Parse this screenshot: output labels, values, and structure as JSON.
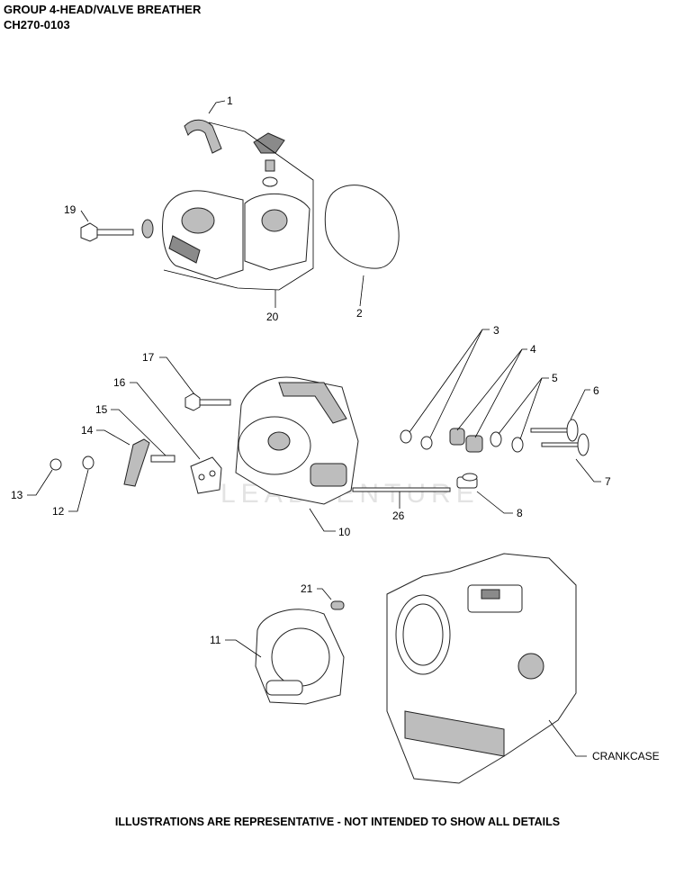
{
  "header": {
    "title": "GROUP 4-HEAD/VALVE BREATHER",
    "code": "CH270-0103"
  },
  "watermark": "LEADVENTURE",
  "callouts": {
    "c1": "1",
    "c2": "2",
    "c3": "3",
    "c4": "4",
    "c5": "5",
    "c6": "6",
    "c7": "7",
    "c8": "8",
    "c10": "10",
    "c11": "11",
    "c12": "12",
    "c13": "13",
    "c14": "14",
    "c15": "15",
    "c16": "16",
    "c17": "17",
    "c19": "19",
    "c20": "20",
    "c21": "21",
    "c26": "26",
    "crankcase": "CRANKCASE"
  },
  "footer": "ILLUSTRATIONS ARE REPRESENTATIVE - NOT INTENDED TO SHOW ALL DETAILS"
}
